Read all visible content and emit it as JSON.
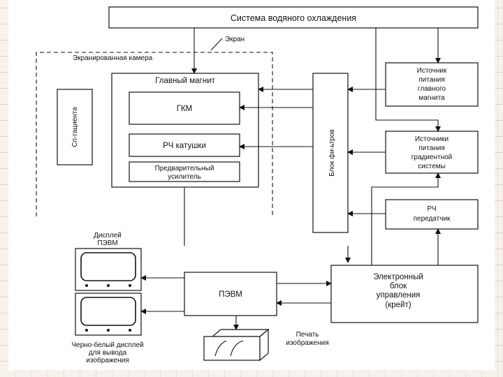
{
  "blocks": {
    "cooling": "Система   водяного   охлаждения",
    "screen": "Экран",
    "chamber": "Экранированная камера",
    "main_magnet": "Главный магнит",
    "gkm": "ГКМ",
    "rf_coils": "РЧ катушки",
    "preamp_line1": "Предварительный",
    "preamp_line2": "усилитель",
    "shim": "Сп-гациента",
    "filter_block": "Блок   фи-ьтров",
    "ps_main_l1": "Источник",
    "ps_main_l2": "питания",
    "ps_main_l3": "главного",
    "ps_main_l4": "магнита",
    "ps_grad_l1": "Источники",
    "ps_grad_l2": "питания",
    "ps_grad_l3": "градиентной",
    "ps_grad_l4": "системы",
    "rf_tx_l1": "РЧ",
    "rf_tx_l2": "передатчик",
    "ecu_l1": "Электронный",
    "ecu_l2": "блок",
    "ecu_l3": "управления",
    "ecu_l4": "(крейт)",
    "pc": "ПЭВМ",
    "display_l1": "Дисплей",
    "display_l2": "ПЭВМ",
    "bw_l1": "Черно-белый дисплей",
    "bw_l2": "для вывода",
    "bw_l3": "изображения",
    "printer_l1": "Печать",
    "printer_l2": "изображения"
  }
}
